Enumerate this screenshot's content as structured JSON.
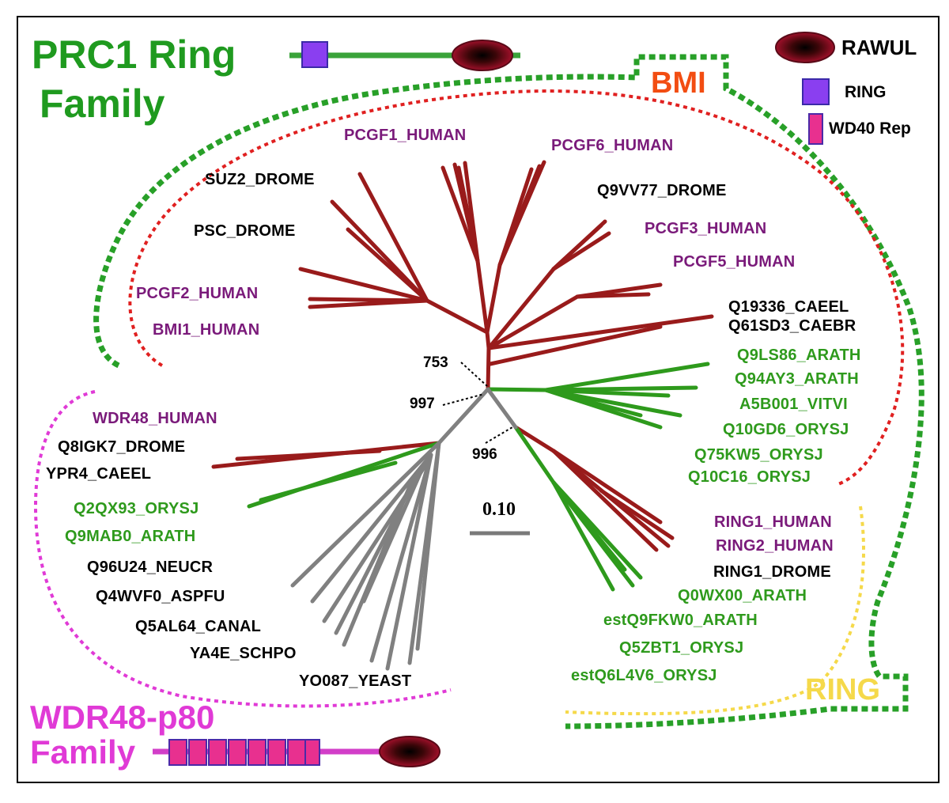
{
  "families": {
    "prc1": {
      "line1": "PRC1 Ring",
      "line2": "Family",
      "color": "#1f9a1f"
    },
    "wdr48": {
      "line1": "WDR48-p80",
      "line2": "Family",
      "color": "#e03ad6"
    }
  },
  "subfamilies": {
    "bmi": {
      "label": "BMI",
      "color": "#f24d12"
    },
    "ring": {
      "label": "RING",
      "color": "#f5d94a"
    }
  },
  "legend": {
    "rawul": "RAWUL",
    "ring": "RING",
    "wd40": "WD40 Rep"
  },
  "domain_colors": {
    "ring_box": "#8a3ff0",
    "wd40_box": "#e8308f",
    "rawul_core": "#000000",
    "rawul_edge": "#a0102a",
    "prc1_line": "#3aa33a",
    "wdr48_line": "#d23ec8"
  },
  "branch_colors": {
    "human_metazoan": "#991b1b",
    "plant": "#2e9a1c",
    "fungal": "#808080"
  },
  "bootstrap": [
    "753",
    "997",
    "996"
  ],
  "scale": "0.10",
  "leaves": {
    "bmi": [
      {
        "name": "PCGF1_HUMAN",
        "group": "human"
      },
      {
        "name": "PCGF6_HUMAN",
        "group": "human"
      },
      {
        "name": "SUZ2_DROME",
        "group": "other"
      },
      {
        "name": "Q9VV77_DROME",
        "group": "other"
      },
      {
        "name": "PSC_DROME",
        "group": "other"
      },
      {
        "name": "PCGF3_HUMAN",
        "group": "human"
      },
      {
        "name": "PCGF5_HUMAN",
        "group": "human"
      },
      {
        "name": "PCGF2_HUMAN",
        "group": "human"
      },
      {
        "name": "BMI1_HUMAN",
        "group": "human"
      },
      {
        "name": "Q19336_CAEEL",
        "group": "other"
      },
      {
        "name": "Q61SD3_CAEBR",
        "group": "other"
      },
      {
        "name": "Q9LS86_ARATH",
        "group": "plant"
      },
      {
        "name": "Q94AY3_ARATH",
        "group": "plant"
      },
      {
        "name": "A5B001_VITVI",
        "group": "plant"
      },
      {
        "name": "Q10GD6_ORYSJ",
        "group": "plant"
      },
      {
        "name": "Q75KW5_ORYSJ",
        "group": "plant"
      },
      {
        "name": "Q10C16_ORYSJ",
        "group": "plant"
      }
    ],
    "ring": [
      {
        "name": "RING1_HUMAN",
        "group": "human"
      },
      {
        "name": "RING2_HUMAN",
        "group": "human"
      },
      {
        "name": "RING1_DROME",
        "group": "other"
      },
      {
        "name": "Q0WX00_ARATH",
        "group": "plant"
      },
      {
        "name": "estQ9FKW0_ARATH",
        "group": "plant"
      },
      {
        "name": "Q5ZBT1_ORYSJ",
        "group": "plant"
      },
      {
        "name": "estQ6L4V6_ORYSJ",
        "group": "plant"
      }
    ],
    "wdr48": [
      {
        "name": "WDR48_HUMAN",
        "group": "human"
      },
      {
        "name": "Q8IGK7_DROME",
        "group": "other"
      },
      {
        "name": "YPR4_CAEEL",
        "group": "other"
      },
      {
        "name": "Q2QX93_ORYSJ",
        "group": "plant"
      },
      {
        "name": "Q9MAB0_ARATH",
        "group": "plant"
      },
      {
        "name": "Q96U24_NEUCR",
        "group": "other"
      },
      {
        "name": "Q4WVF0_ASPFU",
        "group": "other"
      },
      {
        "name": "Q5AL64_CANAL",
        "group": "other"
      },
      {
        "name": "YA4E_SCHPO",
        "group": "other"
      },
      {
        "name": "YO087_YEAST",
        "group": "other"
      }
    ]
  }
}
